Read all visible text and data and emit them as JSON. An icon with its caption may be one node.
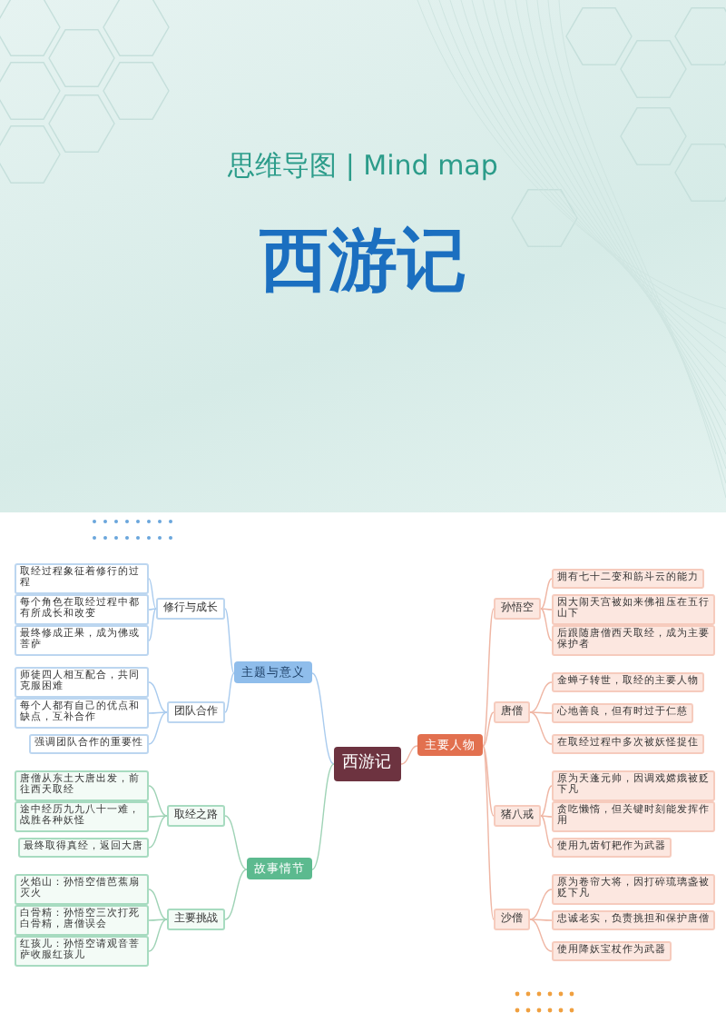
{
  "diagram": {
    "title": "西游记",
    "labels": [
      "思维导图 | Mind map"
    ],
    "nodes": [
      {
        "text": [
          "西游记"
        ]
      },
      {
        "text": [
          "主题与意义"
        ]
      },
      {
        "text": [
          "修行与成长"
        ]
      },
      {
        "text": [
          "取经过程象征着修行的过程"
        ]
      },
      {
        "text": [
          "每个角色在取经过程中都有所成长和改变"
        ]
      },
      {
        "text": [
          "最终修成正果，成为佛或菩萨"
        ]
      },
      {
        "text": [
          "团队合作"
        ]
      },
      {
        "text": [
          "师徒四人相互配合，共同克服困难"
        ]
      },
      {
        "text": [
          "每个人都有自己的优点和缺点，互补合作"
        ]
      },
      {
        "text": [
          "强调团队合作的重要性"
        ]
      },
      {
        "text": [
          "故事情节"
        ]
      },
      {
        "text": [
          "取经之路"
        ]
      },
      {
        "text": [
          "唐僧从东土大唐出发，前往西天取经"
        ]
      },
      {
        "text": [
          "途中经历九九八十一难，战胜各种妖怪"
        ]
      },
      {
        "text": [
          "最终取得真经，返回大唐"
        ]
      },
      {
        "text": [
          "主要挑战"
        ]
      },
      {
        "text": [
          "火焰山：孙悟空借芭蕉扇灭火"
        ]
      },
      {
        "text": [
          "白骨精：孙悟空三次打死白骨精，唐僧误会"
        ]
      },
      {
        "text": [
          "红孩儿：孙悟空请观音菩萨收服红孩儿"
        ]
      },
      {
        "text": [
          "主要人物"
        ]
      },
      {
        "text": [
          "孙悟空"
        ]
      },
      {
        "text": [
          "拥有七十二变和筋斗云的能力"
        ]
      },
      {
        "text": [
          "因大闹天宫被如来佛祖压在五行山下"
        ]
      },
      {
        "text": [
          "后跟随唐僧西天取经，成为主要保护者"
        ]
      },
      {
        "text": [
          "唐僧"
        ]
      },
      {
        "text": [
          "金蝉子转世，取经的主要人物"
        ]
      },
      {
        "text": [
          "心地善良，但有时过于仁慈"
        ]
      },
      {
        "text": [
          "在取经过程中多次被妖怪捉住"
        ]
      },
      {
        "text": [
          "猪八戒"
        ]
      },
      {
        "text": [
          "原为天蓬元帅，因调戏嫦娥被贬下凡"
        ]
      },
      {
        "text": [
          "贪吃懒惰，但关键时刻能发挥作用"
        ]
      },
      {
        "text": [
          "使用九齿钉耙作为武器"
        ]
      },
      {
        "text": [
          "沙僧"
        ]
      },
      {
        "text": [
          "原为卷帘大将，因打碎琉璃盏被贬下凡"
        ]
      },
      {
        "text": [
          "忠诚老实，负责挑担和保护唐僧"
        ]
      },
      {
        "text": [
          "使用降妖宝杖作为武器"
        ]
      }
    ],
    "edges": [
      {
        "from": 0,
        "to": 1,
        "arrow": "none"
      },
      {
        "from": 1,
        "to": 2,
        "arrow": "none"
      },
      {
        "from": 2,
        "to": 3,
        "arrow": "none"
      },
      {
        "from": 2,
        "to": 4,
        "arrow": "none"
      },
      {
        "from": 2,
        "to": 5,
        "arrow": "none"
      },
      {
        "from": 1,
        "to": 6,
        "arrow": "none"
      },
      {
        "from": 6,
        "to": 7,
        "arrow": "none"
      },
      {
        "from": 6,
        "to": 8,
        "arrow": "none"
      },
      {
        "from": 6,
        "to": 9,
        "arrow": "none"
      },
      {
        "from": 0,
        "to": 10,
        "arrow": "none"
      },
      {
        "from": 10,
        "to": 11,
        "arrow": "none"
      },
      {
        "from": 11,
        "to": 12,
        "arrow": "none"
      },
      {
        "from": 11,
        "to": 13,
        "arrow": "none"
      },
      {
        "from": 11,
        "to": 14,
        "arrow": "none"
      },
      {
        "from": 10,
        "to": 15,
        "arrow": "none"
      },
      {
        "from": 15,
        "to": 16,
        "arrow": "none"
      },
      {
        "from": 15,
        "to": 17,
        "arrow": "none"
      },
      {
        "from": 15,
        "to": 18,
        "arrow": "none"
      },
      {
        "from": 0,
        "to": 19,
        "arrow": "none"
      },
      {
        "from": 19,
        "to": 20,
        "arrow": "none"
      },
      {
        "from": 20,
        "to": 21,
        "arrow": "none"
      },
      {
        "from": 20,
        "to": 22,
        "arrow": "none"
      },
      {
        "from": 20,
        "to": 23,
        "arrow": "none"
      },
      {
        "from": 19,
        "to": 24,
        "arrow": "none"
      },
      {
        "from": 24,
        "to": 25,
        "arrow": "none"
      },
      {
        "from": 24,
        "to": 26,
        "arrow": "none"
      },
      {
        "from": 24,
        "to": 27,
        "arrow": "none"
      },
      {
        "from": 19,
        "to": 28,
        "arrow": "none"
      },
      {
        "from": 28,
        "to": 29,
        "arrow": "none"
      },
      {
        "from": 28,
        "to": 30,
        "arrow": "none"
      },
      {
        "from": 28,
        "to": 31,
        "arrow": "none"
      },
      {
        "from": 19,
        "to": 32,
        "arrow": "none"
      },
      {
        "from": 32,
        "to": 33,
        "arrow": "none"
      },
      {
        "from": 32,
        "to": 34,
        "arrow": "none"
      },
      {
        "from": 32,
        "to": 35,
        "arrow": "none"
      }
    ]
  }
}
